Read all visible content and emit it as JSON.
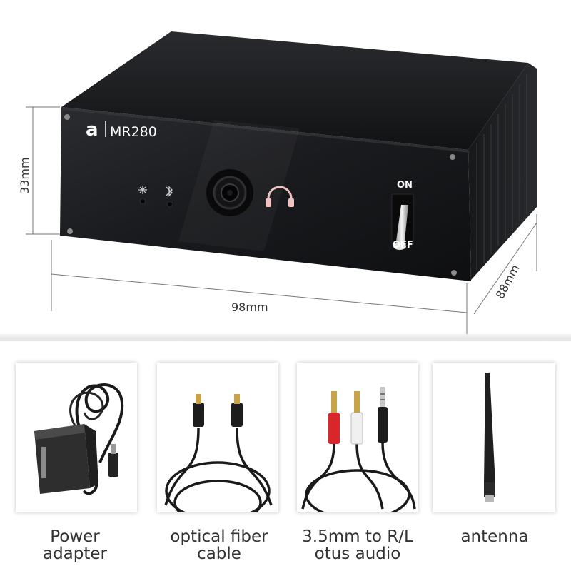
{
  "product": {
    "brand_mark": "a",
    "model": "MR280",
    "switch_on_label": "ON",
    "switch_off_label": "OFF"
  },
  "dimensions": {
    "height": "33mm",
    "width": "98mm",
    "depth": "88mm"
  },
  "icons": {
    "light_indicator": "light-icon",
    "bluetooth_indicator": "bluetooth-icon",
    "headphone": "headphone-icon"
  },
  "accessories": [
    {
      "id": "power-adapter",
      "caption_line1": "Power",
      "caption_line2": "adapter"
    },
    {
      "id": "optical-fiber-cable",
      "caption_line1": "optical fiber",
      "caption_line2": "cable"
    },
    {
      "id": "rca-cable",
      "caption_line1": "3.5mm to R/L",
      "caption_line2": "otus audio"
    },
    {
      "id": "antenna",
      "caption_line1": "antenna",
      "caption_line2": ""
    }
  ],
  "colors": {
    "device_body": "#1b1c1e",
    "headphone_icon": "#f0c2c2",
    "rca_red": "#d8262b",
    "rca_white": "#f0f0f0"
  }
}
